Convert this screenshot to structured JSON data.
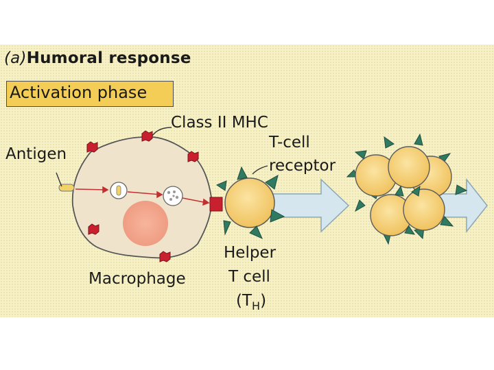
{
  "heading": {
    "prefix": "(a)",
    "title": "Humoral response"
  },
  "phase_box": {
    "label": "Activation phase",
    "color": "#f3cd55"
  },
  "labels": {
    "class_ii_mhc": "Class II MHC",
    "antigen": "Antigen",
    "t_cell_receptor_line1": "T-cell",
    "t_cell_receptor_line2": "receptor",
    "macrophage": "Macrophage",
    "helper_line1": "Helper",
    "helper_line2": "T cell",
    "helper_line3_main": "(T",
    "helper_line3_sub": "H",
    "helper_line3_end": ")"
  },
  "colors": {
    "panel_background": "#f7f1c7",
    "macrophage_fill": "#efe3cc",
    "nucleus_fill": "#f2a58c",
    "mhc_red": "#c8202e",
    "tcell_fill": "#f5cf76",
    "receptor_green": "#2f7a60",
    "arrow_fill": "#d5e6ee"
  }
}
